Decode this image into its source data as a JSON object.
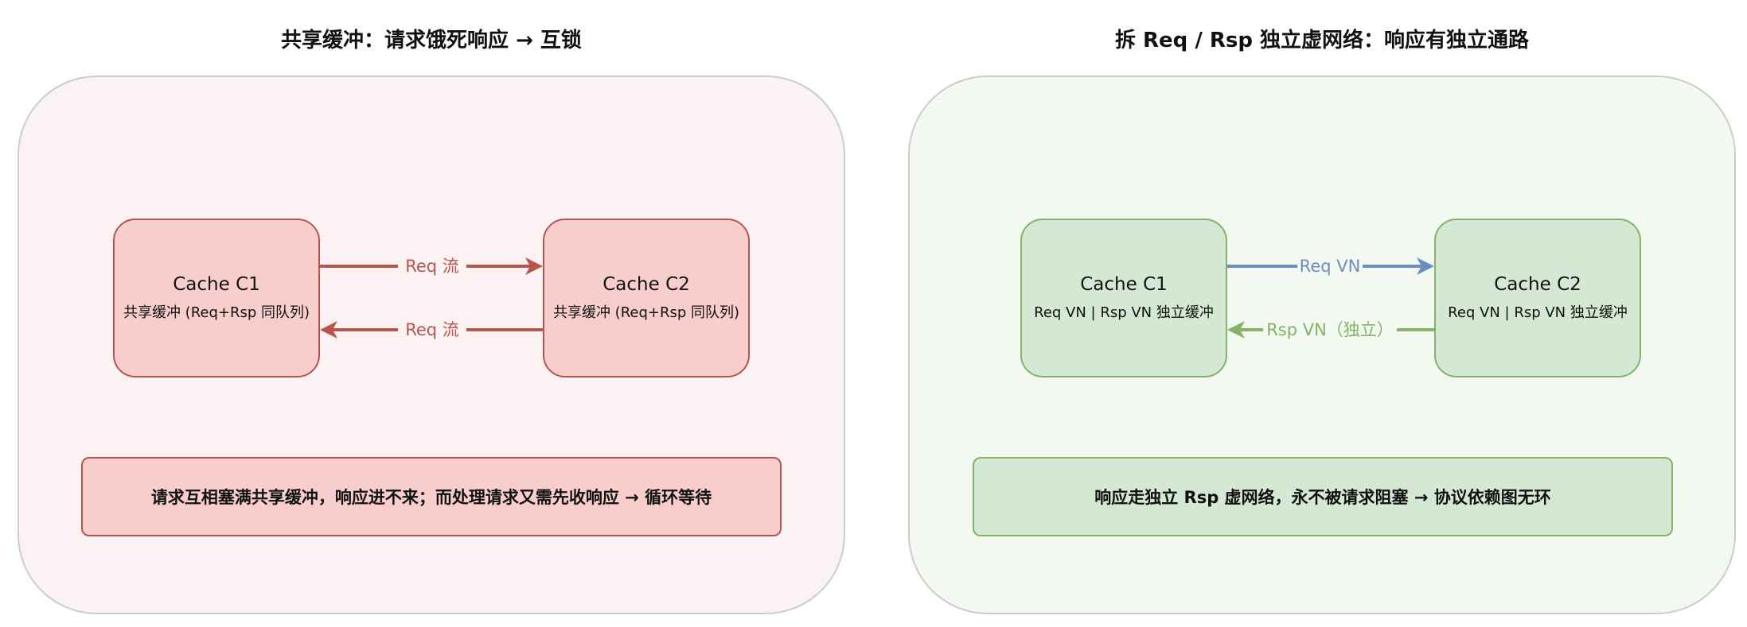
{
  "left": {
    "title": "共享缓冲：请求饿死响应 → 互锁",
    "node1": {
      "name": "Cache C1",
      "desc": "共享缓冲 (Req+Rsp 同队列)"
    },
    "node2": {
      "name": "Cache C2",
      "desc": "共享缓冲 (Req+Rsp 同队列)"
    },
    "edge_top": "Req 流",
    "edge_bottom": "Req 流",
    "note": "请求互相塞满共享缓冲，响应进不来；而处理请求又需先收响应 → 循环等待"
  },
  "right": {
    "title": "拆 Req / Rsp 独立虚网络：响应有独立通路",
    "node1": {
      "name": "Cache C1",
      "desc": "Req VN | Rsp VN 独立缓冲"
    },
    "node2": {
      "name": "Cache C2",
      "desc": "Req VN | Rsp VN 独立缓冲"
    },
    "edge_top": "Req VN",
    "edge_bottom": "Rsp VN（独立）",
    "note": "响应走独立 Rsp 虚网络，永不被请求阻塞 → 协议依赖图无环"
  },
  "colors": {
    "red_fill": "#f8cecc",
    "red_stroke": "#b85450",
    "green_fill": "#d5e8d4",
    "green_stroke": "#82b366",
    "blue_arrow": "#6c8ebf"
  }
}
